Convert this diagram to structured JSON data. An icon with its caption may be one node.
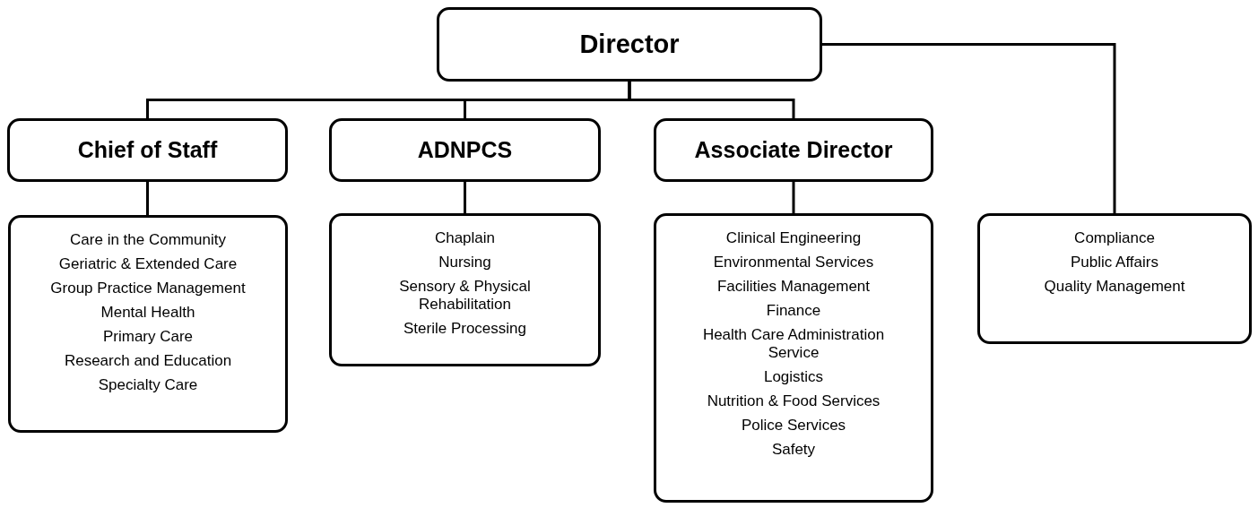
{
  "diagram": {
    "nodes": [
      {
        "text": [
          "Director"
        ]
      },
      {
        "text": [
          "Chief of Staff"
        ]
      },
      {
        "text": [
          "ADNPCS"
        ]
      },
      {
        "text": [
          "Associate Director"
        ]
      },
      {
        "text": [
          "Care in the Community",
          "Geriatric & Extended Care",
          "Group Practice Management",
          "Mental Health",
          "Primary Care",
          "Research and Education",
          "Specialty Care"
        ]
      },
      {
        "text": [
          "Chaplain",
          "Nursing",
          "Sensory & Physical Rehabilitation",
          "Sterile Processing"
        ]
      },
      {
        "text": [
          "Clinical Engineering",
          "Environmental Services",
          "Facilities Management",
          "Finance",
          "Health Care Administration Service",
          "Logistics",
          "Nutrition & Food Services",
          "Police Services",
          "Safety"
        ]
      },
      {
        "text": [
          "Compliance",
          "Public Affairs",
          "Quality Management"
        ]
      }
    ],
    "edges": [
      {
        "from": 0,
        "to": 1,
        "arrow": "none"
      },
      {
        "from": 0,
        "to": 2,
        "arrow": "none"
      },
      {
        "from": 0,
        "to": 3,
        "arrow": "none"
      },
      {
        "from": 0,
        "to": 7,
        "arrow": "none"
      },
      {
        "from": 1,
        "to": 4,
        "arrow": "none"
      },
      {
        "from": 2,
        "to": 5,
        "arrow": "none"
      },
      {
        "from": 3,
        "to": 6,
        "arrow": "none"
      }
    ]
  }
}
